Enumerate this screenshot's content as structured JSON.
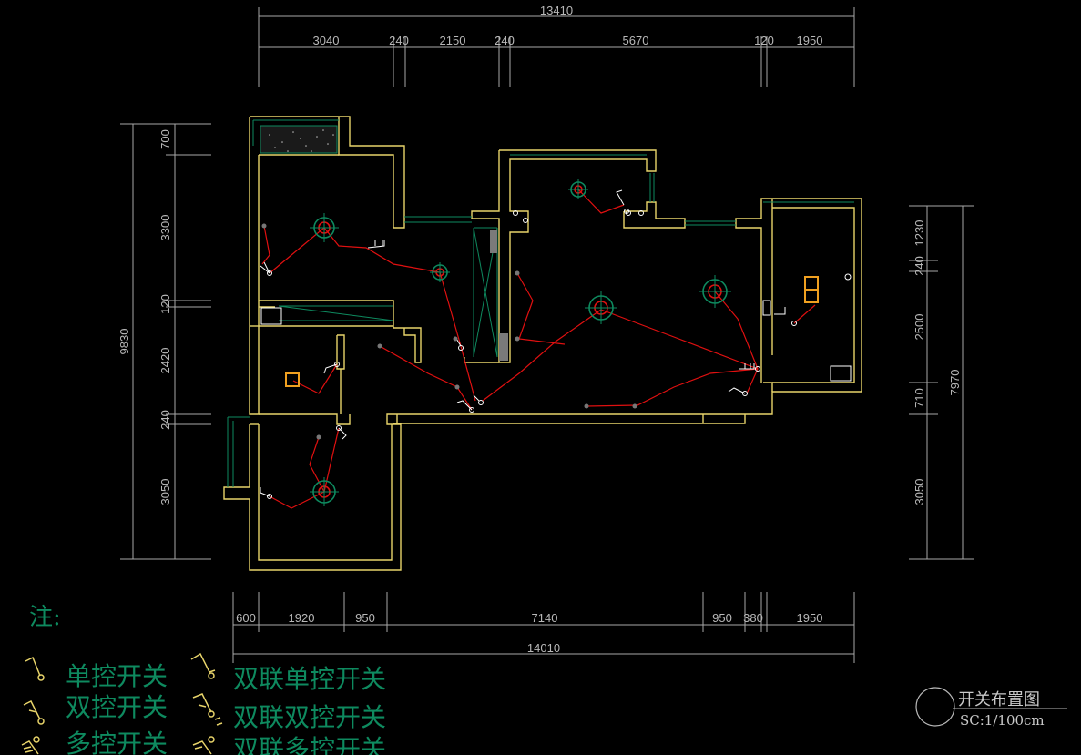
{
  "drawing": {
    "title": "开关布置图",
    "scale": "SC:1/100cm"
  },
  "dimensions": {
    "top_total": "13410",
    "top_segments": [
      "3040",
      "240",
      "2150",
      "240",
      "5670",
      "120",
      "1950"
    ],
    "bottom_segments": [
      "600",
      "1920",
      "950",
      "7140",
      "950",
      "380",
      "1950"
    ],
    "bottom_total": "14010",
    "left_total": "9830",
    "left_segments": [
      "700",
      "3300",
      "120",
      "2420",
      "240",
      "3050"
    ],
    "right_total": "7970",
    "right_segments": [
      "1230",
      "240",
      "2500",
      "710",
      "3050"
    ]
  },
  "notes": {
    "title": "注:",
    "legend": [
      {
        "label": "单控开关",
        "icon": "single-control-switch-icon"
      },
      {
        "label": "双控开关",
        "icon": "two-way-switch-icon"
      },
      {
        "label": "多控开关",
        "icon": "multi-control-switch-icon"
      },
      {
        "label": "双联单控开关",
        "icon": "double-gang-single-control-switch-icon"
      },
      {
        "label": "双联双控开关",
        "icon": "double-gang-two-way-switch-icon"
      },
      {
        "label": "双联多控开关",
        "icon": "double-gang-multi-control-switch-icon"
      }
    ]
  },
  "colors": {
    "background": "#000000",
    "wall": "#e8d46a",
    "wire": "#e01010",
    "fixture": "#0e8a5f",
    "dimension": "#b8b8b8",
    "legend_text": "#0e8a5f"
  }
}
